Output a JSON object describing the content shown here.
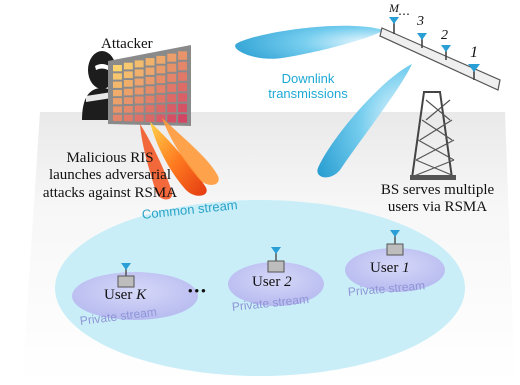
{
  "attacker": {
    "label": "Attacker"
  },
  "ris": {
    "caption_lines": [
      "Malicious RIS",
      "launches adversarial",
      "attacks against RSMA"
    ]
  },
  "downlink": {
    "lines": [
      "Downlink",
      "transmissions"
    ]
  },
  "bs": {
    "caption_lines": [
      "BS serves multiple",
      "users via RSMA"
    ],
    "antenna_labels": [
      "M",
      "3",
      "2",
      "1"
    ],
    "dots": "⋯"
  },
  "common_stream": {
    "label": "Common stream"
  },
  "users": [
    {
      "prefix": "User ",
      "index": "K",
      "stream": "Private stream"
    },
    {
      "prefix": "User ",
      "index": "2",
      "stream": "Private stream"
    },
    {
      "prefix": "User ",
      "index": "1",
      "stream": "Private stream"
    }
  ],
  "user_ellipsis": "•••",
  "colors": {
    "beam": "#5ec8ea",
    "attack_beam": "#f25a1e",
    "common_ellipse": "#c9eef8",
    "private_ellipse": "#c0c3f2",
    "antenna": "#2a9fd6",
    "platform": "#eeeeee"
  }
}
